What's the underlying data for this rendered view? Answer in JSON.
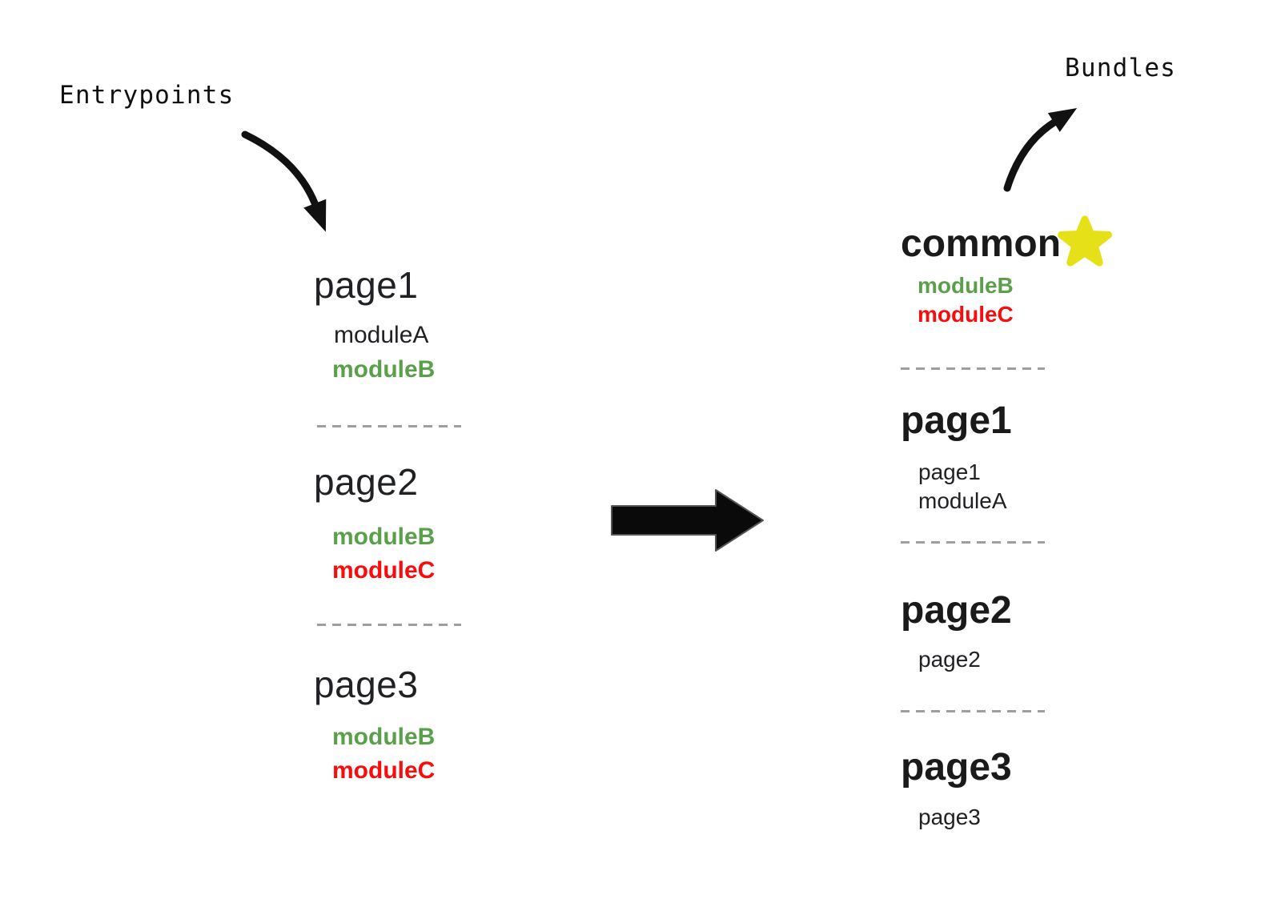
{
  "labels": {
    "entrypoints": "Entrypoints",
    "bundles": "Bundles"
  },
  "entrypoints": [
    {
      "name": "page1",
      "modules": [
        {
          "label": "moduleA",
          "color": "text"
        },
        {
          "label": "moduleB",
          "color": "green"
        }
      ]
    },
    {
      "name": "page2",
      "modules": [
        {
          "label": "moduleB",
          "color": "green"
        },
        {
          "label": "moduleC",
          "color": "red"
        }
      ]
    },
    {
      "name": "page3",
      "modules": [
        {
          "label": "moduleB",
          "color": "green"
        },
        {
          "label": "moduleC",
          "color": "red"
        }
      ]
    }
  ],
  "bundles": [
    {
      "name": "common",
      "starred": true,
      "modules": [
        {
          "label": "moduleB",
          "color": "green"
        },
        {
          "label": "moduleC",
          "color": "red"
        }
      ]
    },
    {
      "name": "page1",
      "modules": [
        {
          "label": "page1",
          "color": "text"
        },
        {
          "label": "moduleA",
          "color": "text"
        }
      ]
    },
    {
      "name": "page2",
      "modules": [
        {
          "label": "page2",
          "color": "text"
        }
      ]
    },
    {
      "name": "page3",
      "modules": [
        {
          "label": "page3",
          "color": "text"
        }
      ]
    }
  ],
  "icons": {
    "star": "star-icon",
    "entry_arrow": "curved-arrow-down-right-icon",
    "bundle_arrow": "curved-arrow-up-right-icon",
    "transform_arrow": "block-arrow-right-icon"
  },
  "colors": {
    "text": "#202124",
    "green": "#5aa04b",
    "red": "#f80c0c",
    "star_yellow": "#e5e017",
    "divider": "#9e9e9e",
    "arrow_black": "#111111"
  }
}
